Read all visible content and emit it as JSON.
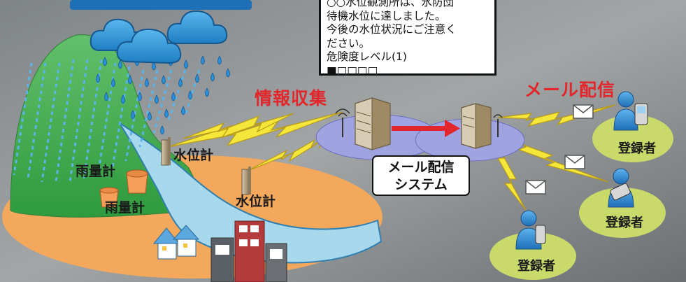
{
  "phone_message": {
    "lines": [
      "○○水位観測所は、氷防団",
      "待機水位に達しました。",
      "今後の水位状況にご注意く",
      "ださい。",
      "危険度レベル(1)",
      "■□□□□"
    ]
  },
  "labels": {
    "info_collection": "情報収集",
    "mail_delivery": "メール配信",
    "system_line1": "メール配信",
    "system_line2": "システム",
    "rain_gauge_1": "雨量計",
    "rain_gauge_2": "雨量計",
    "water_gauge_1": "水位計",
    "water_gauge_2": "水位計",
    "registrant_1": "登録者",
    "registrant_2": "登録者",
    "registrant_3": "登録者"
  },
  "colors": {
    "mountain": "#3fae49",
    "ground": "#f4a85c",
    "river": "#a8d8ec",
    "cloud": "#1f8ccf",
    "rain": "#2a8fd6",
    "lightning": "#f5e63a",
    "user_area": "#c9d96a",
    "server_base": "#9fa3e0",
    "arrow": "#e3262b",
    "accent_text": "#e3262b"
  }
}
